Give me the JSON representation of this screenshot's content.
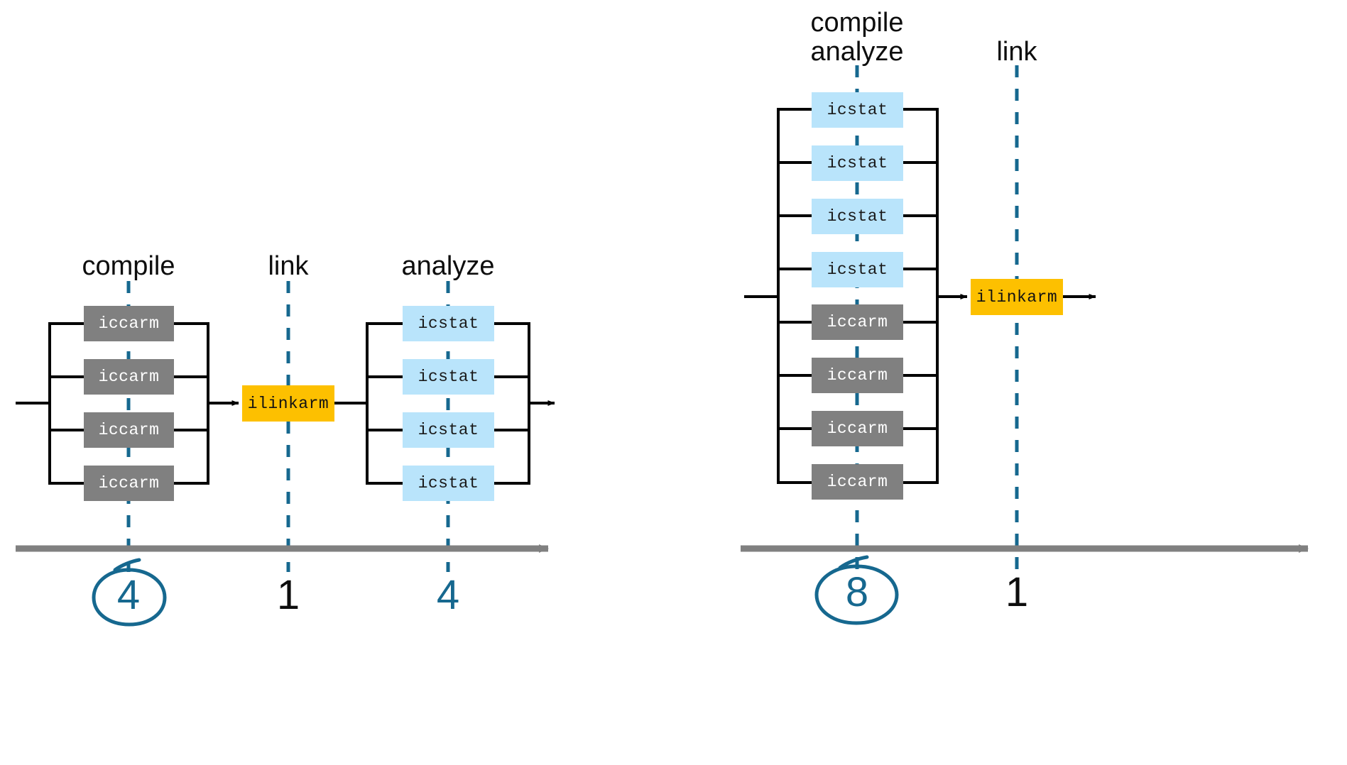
{
  "meta": {
    "title": "Parallel build pipeline comparison",
    "colors": {
      "compiler_box": "#808080",
      "analyzer_box": "#b9e4fb",
      "linker_box": "#fdc000",
      "timeline_axis": "#808080",
      "phase_guide": "#16688f",
      "connector": "#000000",
      "highlight_text": "#16688f",
      "plain_text": "#0d0d0d"
    }
  },
  "diagrams": [
    {
      "id": "separate-phases",
      "phases": [
        {
          "id": "compile",
          "label": "compile",
          "count": "4",
          "count_color": "teal",
          "circled": true,
          "nodes": [
            {
              "label": "iccarm",
              "kind": "gray"
            },
            {
              "label": "iccarm",
              "kind": "gray"
            },
            {
              "label": "iccarm",
              "kind": "gray"
            },
            {
              "label": "iccarm",
              "kind": "gray"
            }
          ]
        },
        {
          "id": "link",
          "label": "link",
          "count": "1",
          "count_color": "black",
          "circled": false,
          "nodes": [
            {
              "label": "ilinkarm",
              "kind": "orange"
            }
          ]
        },
        {
          "id": "analyze",
          "label": "analyze",
          "count": "4",
          "count_color": "teal",
          "circled": false,
          "nodes": [
            {
              "label": "icstat",
              "kind": "blue"
            },
            {
              "label": "icstat",
              "kind": "blue"
            },
            {
              "label": "icstat",
              "kind": "blue"
            },
            {
              "label": "icstat",
              "kind": "blue"
            }
          ]
        }
      ]
    },
    {
      "id": "merged-phases",
      "phases": [
        {
          "id": "compile-analyze",
          "label": "compile\nanalyze",
          "count": "8",
          "count_color": "teal",
          "circled": true,
          "nodes": [
            {
              "label": "icstat",
              "kind": "blue"
            },
            {
              "label": "icstat",
              "kind": "blue"
            },
            {
              "label": "icstat",
              "kind": "blue"
            },
            {
              "label": "icstat",
              "kind": "blue"
            },
            {
              "label": "iccarm",
              "kind": "gray"
            },
            {
              "label": "iccarm",
              "kind": "gray"
            },
            {
              "label": "iccarm",
              "kind": "gray"
            },
            {
              "label": "iccarm",
              "kind": "gray"
            }
          ]
        },
        {
          "id": "link",
          "label": "link",
          "count": "1",
          "count_color": "black",
          "circled": false,
          "nodes": [
            {
              "label": "ilinkarm",
              "kind": "orange"
            }
          ]
        }
      ]
    }
  ],
  "labels": {
    "left_compile": "compile",
    "left_link": "link",
    "left_analyze": "analyze",
    "right_compile_analyze_line1": "compile",
    "right_compile_analyze_line2": "analyze",
    "right_link": "link",
    "left_count_compile": "4",
    "left_count_link": "1",
    "left_count_analyze": "4",
    "right_count_compile_analyze": "8",
    "right_count_link": "1"
  },
  "nodes": {
    "left": {
      "compile": [
        "iccarm",
        "iccarm",
        "iccarm",
        "iccarm"
      ],
      "link": [
        "ilinkarm"
      ],
      "analyze": [
        "icstat",
        "icstat",
        "icstat",
        "icstat"
      ]
    },
    "right": {
      "compile_analyze": [
        "icstat",
        "icstat",
        "icstat",
        "icstat",
        "iccarm",
        "iccarm",
        "iccarm",
        "iccarm"
      ],
      "link": [
        "ilinkarm"
      ]
    }
  }
}
